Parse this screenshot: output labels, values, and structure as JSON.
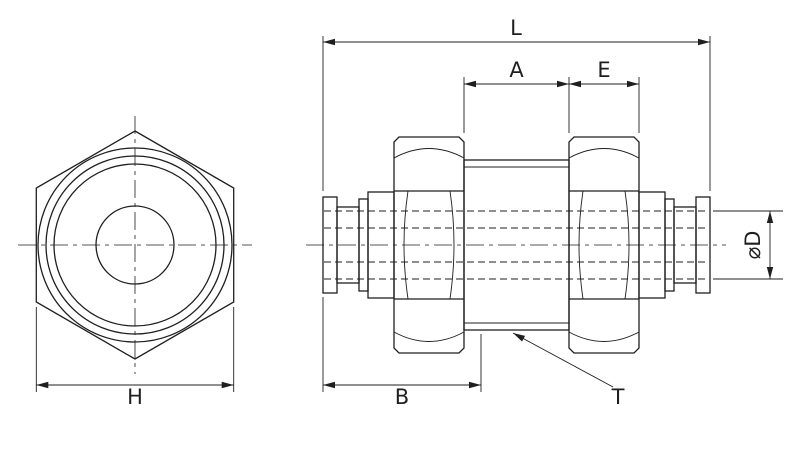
{
  "colors": {
    "line": "#1f1f1f",
    "background": "#ffffff"
  },
  "dimension_labels": {
    "overall_length": "L",
    "body_section": "A",
    "nut_width": "E",
    "left_section": "B",
    "thread": "T",
    "hex_across_flats": "H",
    "tube_diameter": "⌀D"
  }
}
